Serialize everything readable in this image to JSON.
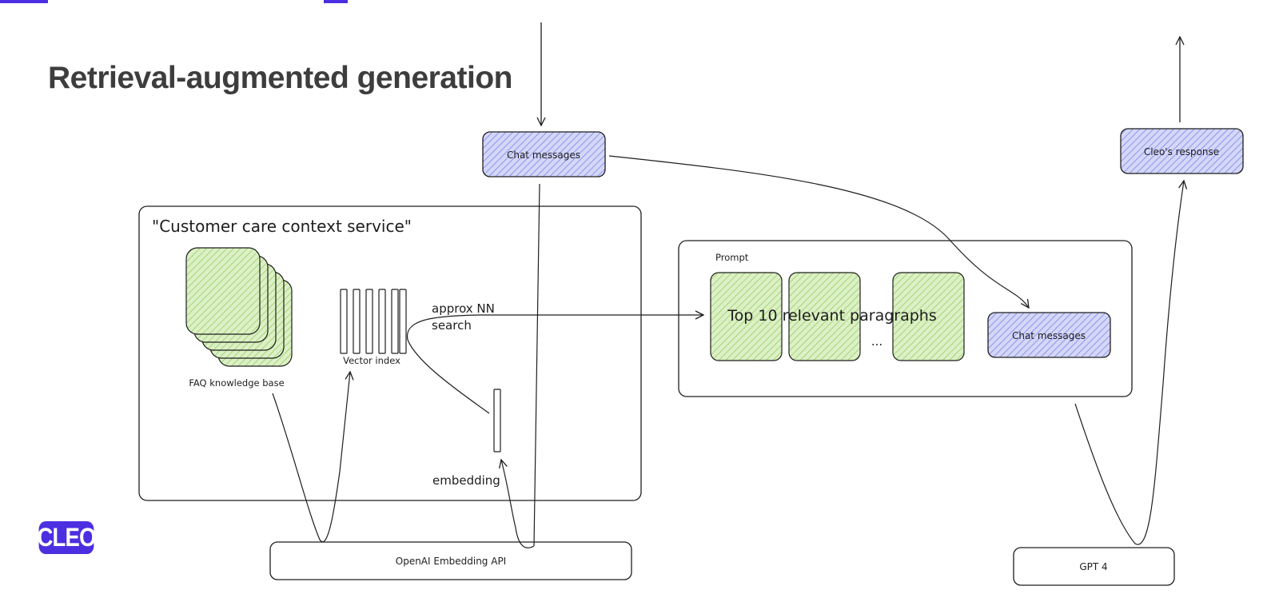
{
  "title": "Retrieval-augmented generation",
  "logo": {
    "text": "CLEO"
  },
  "colors": {
    "purple": "#4b2fe0",
    "blue_fill": "#a9aef0",
    "green_fill": "#b6e08a",
    "stroke": "#1e1e1e"
  },
  "nodes": {
    "chat_messages_input": "Chat messages",
    "context_service": "\"Customer care context service\"",
    "faq_knowledge_base": "FAQ knowledge base",
    "vector_index": "Vector index",
    "approx_nn_line1": "approx NN",
    "approx_nn_line2": "search",
    "embedding": "embedding",
    "openai_embedding_api": "OpenAI Embedding API",
    "prompt": "Prompt",
    "top10_paragraphs": "Top 10 relevant paragraphs",
    "ellipsis": "...",
    "chat_messages_prompt": "Chat messages",
    "cleo_response": "Cleo's response",
    "gpt4": "GPT 4"
  }
}
